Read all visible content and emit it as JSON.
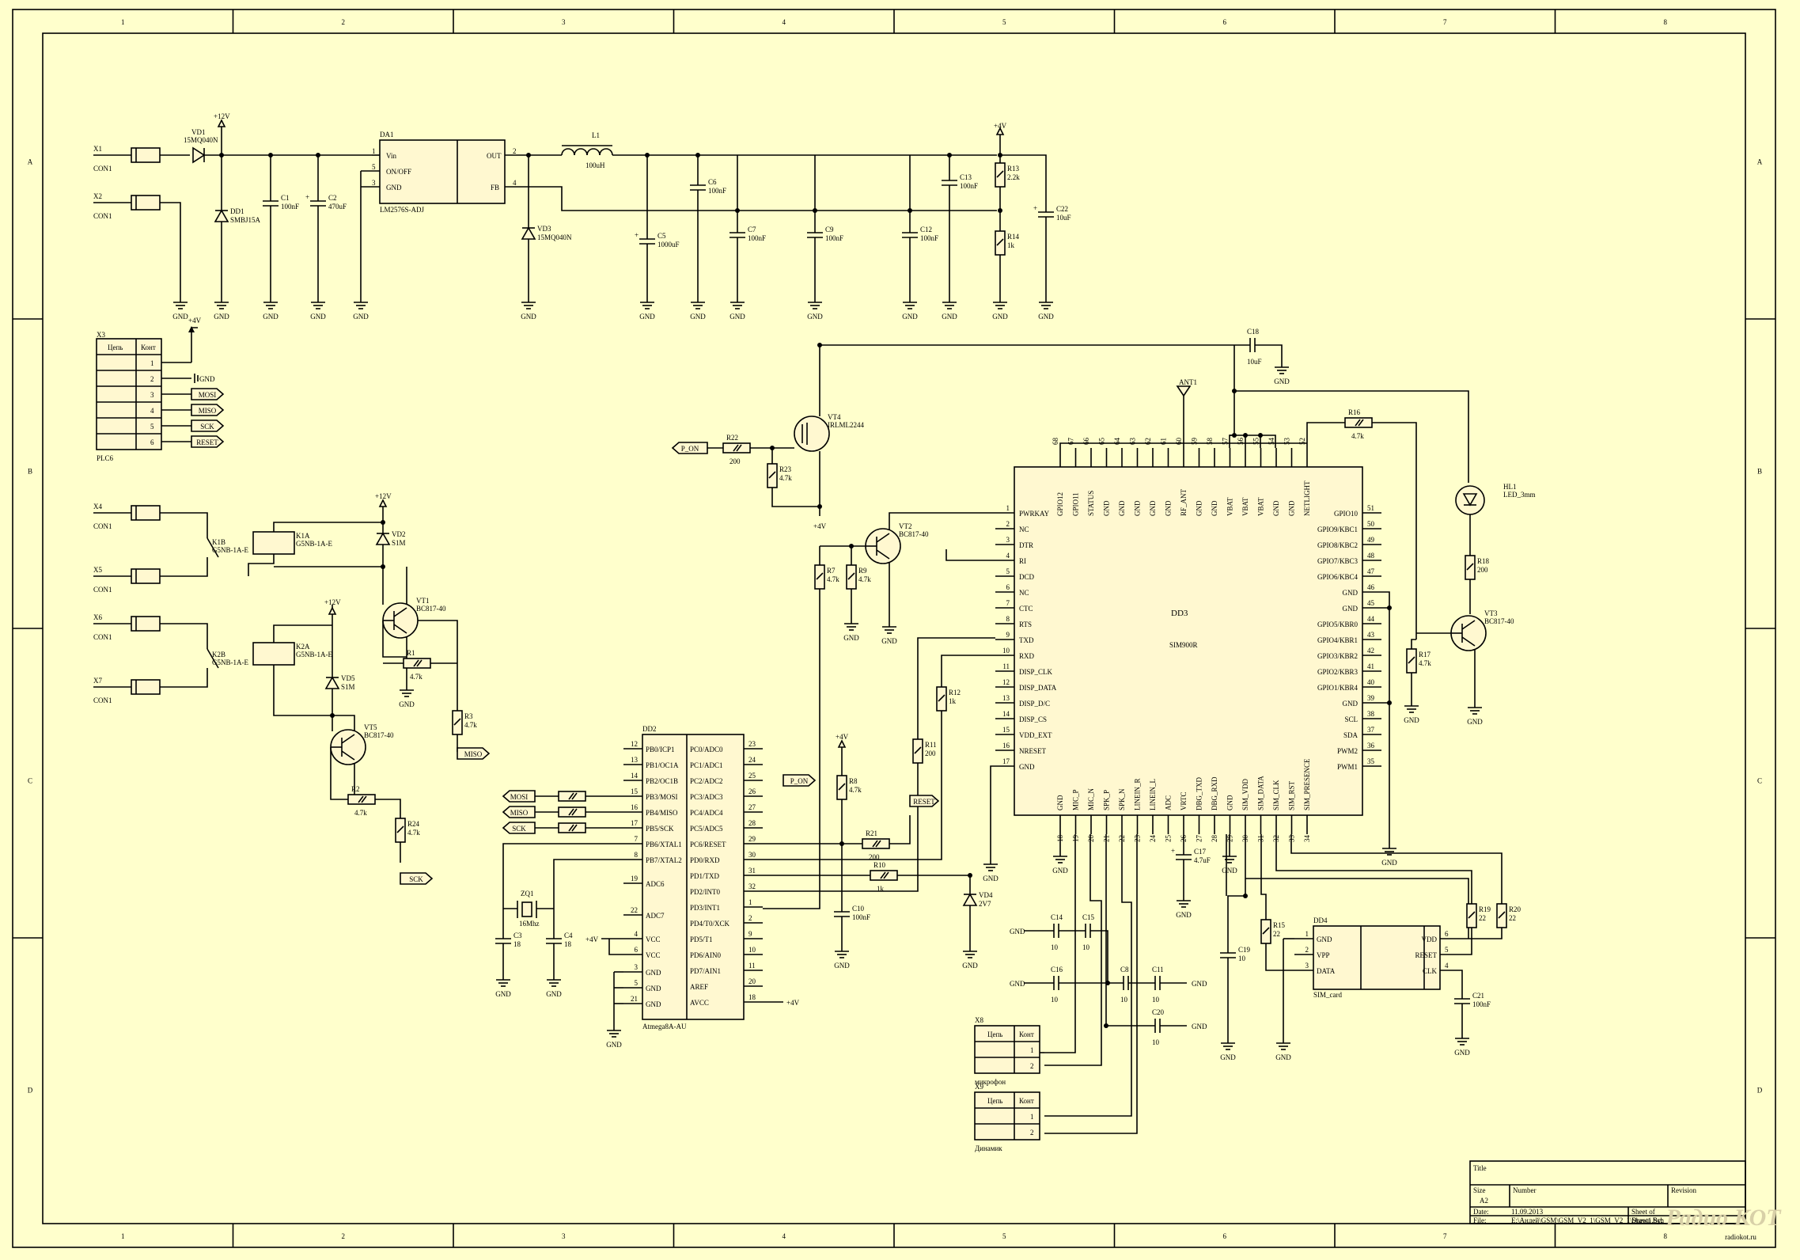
{
  "sheet": {
    "columns": [
      "1",
      "2",
      "3",
      "4",
      "5",
      "6",
      "7",
      "8"
    ],
    "rows": [
      "A",
      "B",
      "C",
      "D"
    ]
  },
  "power_section": {
    "connectors": [
      {
        "ref": "X1",
        "type": "CON1"
      },
      {
        "ref": "X2",
        "type": "CON1"
      }
    ],
    "vd1": {
      "ref": "VD1",
      "part": "15MQ040N"
    },
    "dd1": {
      "ref": "DD1",
      "part": "SMBJ15A"
    },
    "supply_label": "+12V",
    "c1": {
      "ref": "C1",
      "value": "100nF"
    },
    "c2": {
      "ref": "C2",
      "value": "470uF"
    },
    "da1": {
      "ref": "DA1",
      "part": "LM2576S-ADJ",
      "pins": [
        "Vin",
        "ON/OFF",
        "GND",
        "OUT",
        "FB"
      ],
      "pin_numbers": [
        "1",
        "5",
        "3",
        "2",
        "4"
      ]
    },
    "l1": {
      "ref": "L1",
      "value": "100uH"
    },
    "vd3": {
      "ref": "VD3",
      "part": "15MQ040N"
    },
    "c5": {
      "ref": "C5",
      "value": "1000uF"
    },
    "c6": {
      "ref": "C6",
      "value": "100nF"
    },
    "c7": {
      "ref": "C7",
      "value": "100nF"
    },
    "c9": {
      "ref": "C9",
      "value": "100nF"
    },
    "c12": {
      "ref": "C12",
      "value": "100nF"
    },
    "c13": {
      "ref": "C13",
      "value": "100nF"
    },
    "r13": {
      "ref": "R13",
      "value": "2.2k"
    },
    "r14": {
      "ref": "R14",
      "value": "1k"
    },
    "c22": {
      "ref": "C22",
      "value": "10uF"
    },
    "plus4v": "+4V",
    "gnd": "GND"
  },
  "x3": {
    "ref": "X3",
    "header": [
      "Цепь",
      "Конт"
    ],
    "pins": [
      "1",
      "2",
      "3",
      "4",
      "5",
      "6"
    ],
    "nets": [
      "+4V",
      "GND",
      "MOSI",
      "MISO",
      "SCK",
      "RESET"
    ],
    "part": "PLC6"
  },
  "relay_section": {
    "x4": {
      "ref": "X4",
      "type": "CON1"
    },
    "x5": {
      "ref": "X5",
      "type": "CON1"
    },
    "x6": {
      "ref": "X6",
      "type": "CON1"
    },
    "x7": {
      "ref": "X7",
      "type": "CON1"
    },
    "k1b": {
      "ref": "K1B",
      "part": "G5NB-1A-E"
    },
    "k1a": {
      "ref": "K1A",
      "part": "G5NB-1A-E"
    },
    "k2b": {
      "ref": "K2B",
      "part": "G5NB-1A-E"
    },
    "k2a": {
      "ref": "K2A",
      "part": "G5NB-1A-E"
    },
    "vd2": {
      "ref": "VD2",
      "part": "S1M"
    },
    "vd5": {
      "ref": "VD5",
      "part": "S1M"
    },
    "vt1": {
      "ref": "VT1",
      "part": "BC817-40"
    },
    "vt5": {
      "ref": "VT5",
      "part": "BC817-40"
    },
    "r1": {
      "ref": "R1",
      "value": "4.7k"
    },
    "r2": {
      "ref": "R2",
      "value": "4.7k"
    },
    "r3": {
      "ref": "R3",
      "value": "4.7k"
    },
    "r24": {
      "ref": "R24",
      "value": "4.7k"
    },
    "net_miso": "MISO",
    "net_sck": "SCK",
    "plus12": "+12V"
  },
  "dd2": {
    "ref": "DD2",
    "part": "Atmega8A-AU",
    "left_pins": [
      {
        "num": "12",
        "name": "PB0/ICP1"
      },
      {
        "num": "13",
        "name": "PB1/OC1A"
      },
      {
        "num": "14",
        "name": "PB2/OC1B"
      },
      {
        "num": "15",
        "name": "PB3/MOSI"
      },
      {
        "num": "16",
        "name": "PB4/MISO"
      },
      {
        "num": "17",
        "name": "PB5/SCK"
      },
      {
        "num": "7",
        "name": "PB6/XTAL1"
      },
      {
        "num": "8",
        "name": "PB7/XTAL2"
      },
      {
        "num": "19",
        "name": "ADC6"
      },
      {
        "num": "22",
        "name": "ADC7"
      },
      {
        "num": "4",
        "name": "VCC"
      },
      {
        "num": "6",
        "name": "VCC"
      },
      {
        "num": "3",
        "name": "GND"
      },
      {
        "num": "5",
        "name": "GND"
      },
      {
        "num": "21",
        "name": "GND"
      }
    ],
    "right_pins": [
      {
        "num": "23",
        "name": "PC0/ADC0"
      },
      {
        "num": "24",
        "name": "PC1/ADC1"
      },
      {
        "num": "25",
        "name": "PC2/ADC2"
      },
      {
        "num": "26",
        "name": "PC3/ADC3"
      },
      {
        "num": "27",
        "name": "PC4/ADC4"
      },
      {
        "num": "28",
        "name": "PC5/ADC5"
      },
      {
        "num": "29",
        "name": "PC6/RESET"
      },
      {
        "num": "30",
        "name": "PD0/RXD"
      },
      {
        "num": "31",
        "name": "PD1/TXD"
      },
      {
        "num": "32",
        "name": "PD2/INT0"
      },
      {
        "num": "1",
        "name": "PD3/INT1"
      },
      {
        "num": "2",
        "name": "PD4/T0/XCK"
      },
      {
        "num": "9",
        "name": "PD5/T1"
      },
      {
        "num": "10",
        "name": "PD6/AIN0"
      },
      {
        "num": "11",
        "name": "PD7/AIN1"
      },
      {
        "num": "20",
        "name": "AREF"
      },
      {
        "num": "18",
        "name": "AVCC"
      }
    ],
    "nets": [
      "MOSI",
      "MISO",
      "SCK",
      "P_ON",
      "RESET"
    ],
    "zq1": {
      "ref": "ZQ1",
      "value": "16Mhz"
    },
    "c3": {
      "ref": "C3",
      "value": "18"
    },
    "c4": {
      "ref": "C4",
      "value": "18"
    },
    "c10": {
      "ref": "C10",
      "value": "100nF"
    },
    "r8": {
      "ref": "R8",
      "value": "4.7k"
    },
    "r21": {
      "ref": "R21",
      "value": "200"
    },
    "r10": {
      "ref": "R10",
      "value": "1k"
    },
    "vd4": {
      "ref": "VD4",
      "part": "2V7"
    },
    "vcc_label": "+4V"
  },
  "gsm": {
    "ref": "DD3",
    "part": "SIM900R",
    "left_pins": [
      {
        "num": "1",
        "name": "PWRKAY"
      },
      {
        "num": "2",
        "name": "NC"
      },
      {
        "num": "3",
        "name": "DTR"
      },
      {
        "num": "4",
        "name": "RI"
      },
      {
        "num": "5",
        "name": "DCD"
      },
      {
        "num": "6",
        "name": "NC"
      },
      {
        "num": "7",
        "name": "CTC"
      },
      {
        "num": "8",
        "name": "RTS"
      },
      {
        "num": "9",
        "name": "TXD"
      },
      {
        "num": "10",
        "name": "RXD"
      },
      {
        "num": "11",
        "name": "DISP_CLK"
      },
      {
        "num": "12",
        "name": "DISP_DATA"
      },
      {
        "num": "13",
        "name": "DISP_D/C"
      },
      {
        "num": "14",
        "name": "DISP_CS"
      },
      {
        "num": "15",
        "name": "VDD_EXT"
      },
      {
        "num": "16",
        "name": "NRESET"
      },
      {
        "num": "17",
        "name": "GND"
      }
    ],
    "right_pins": [
      {
        "num": "51",
        "name": "GPIO10"
      },
      {
        "num": "50",
        "name": "GPIO9/KBC1"
      },
      {
        "num": "49",
        "name": "GPIO8/KBC2"
      },
      {
        "num": "48",
        "name": "GPIO7/KBC3"
      },
      {
        "num": "47",
        "name": "GPIO6/KBC4"
      },
      {
        "num": "46",
        "name": "GND"
      },
      {
        "num": "45",
        "name": "GND"
      },
      {
        "num": "44",
        "name": "GPIO5/KBR0"
      },
      {
        "num": "43",
        "name": "GPIO4/KBR1"
      },
      {
        "num": "42",
        "name": "GPIO3/KBR2"
      },
      {
        "num": "41",
        "name": "GPIO2/KBR3"
      },
      {
        "num": "40",
        "name": "GPIO1/KBR4"
      },
      {
        "num": "39",
        "name": "GND"
      },
      {
        "num": "38",
        "name": "SCL"
      },
      {
        "num": "37",
        "name": "SDA"
      },
      {
        "num": "36",
        "name": "PWM2"
      },
      {
        "num": "35",
        "name": "PWM1"
      }
    ],
    "top_pins": [
      {
        "num": "68",
        "name": "GPIO12"
      },
      {
        "num": "67",
        "name": "GPIO11"
      },
      {
        "num": "66",
        "name": "STATUS"
      },
      {
        "num": "65",
        "name": "GND"
      },
      {
        "num": "64",
        "name": "GND"
      },
      {
        "num": "63",
        "name": "GND"
      },
      {
        "num": "62",
        "name": "GND"
      },
      {
        "num": "61",
        "name": "GND"
      },
      {
        "num": "60",
        "name": "RF_ANT"
      },
      {
        "num": "59",
        "name": "GND"
      },
      {
        "num": "58",
        "name": "GND"
      },
      {
        "num": "57",
        "name": "VBAT"
      },
      {
        "num": "56",
        "name": "VBAT"
      },
      {
        "num": "55",
        "name": "VBAT"
      },
      {
        "num": "54",
        "name": "GND"
      },
      {
        "num": "53",
        "name": "GND"
      },
      {
        "num": "52",
        "name": "NETLIGHT"
      }
    ],
    "bottom_pins": [
      {
        "num": "18",
        "name": "GND"
      },
      {
        "num": "19",
        "name": "MIC_P"
      },
      {
        "num": "20",
        "name": "MIC_N"
      },
      {
        "num": "21",
        "name": "SPK_P"
      },
      {
        "num": "22",
        "name": "SPK_N"
      },
      {
        "num": "23",
        "name": "LINEIN_R"
      },
      {
        "num": "24",
        "name": "LINEIN_L"
      },
      {
        "num": "25",
        "name": "ADC"
      },
      {
        "num": "26",
        "name": "VRTC"
      },
      {
        "num": "27",
        "name": "DBG_TXD"
      },
      {
        "num": "28",
        "name": "DBG_RXD"
      },
      {
        "num": "29",
        "name": "GND"
      },
      {
        "num": "30",
        "name": "SIM_VDD"
      },
      {
        "num": "31",
        "name": "SIM_DATA"
      },
      {
        "num": "32",
        "name": "SIM_CLK"
      },
      {
        "num": "33",
        "name": "SIM_RST"
      },
      {
        "num": "34",
        "name": "SIM_PRESENCE"
      }
    ],
    "ant": "ANT1",
    "c18": {
      "ref": "C18",
      "value": "10uF"
    },
    "vt4": {
      "ref": "VT4",
      "part": "IRLML2244"
    },
    "r22": {
      "ref": "R22",
      "value": "200"
    },
    "r23": {
      "ref": "R23",
      "value": "4.7k"
    },
    "vt2": {
      "ref": "VT2",
      "part": "BC817-40"
    },
    "r7": {
      "ref": "R7",
      "value": "4.7k"
    },
    "r9": {
      "ref": "R9",
      "value": "4.7k"
    },
    "r11": {
      "ref": "R11",
      "value": "200"
    },
    "r12": {
      "ref": "R12",
      "value": "1k"
    },
    "r16": {
      "ref": "R16",
      "value": "4.7k"
    },
    "r17": {
      "ref": "R17",
      "value": "4.7k"
    },
    "r18": {
      "ref": "R18",
      "value": "200"
    },
    "vt3": {
      "ref": "VT3",
      "part": "BC817-40"
    },
    "hl1": {
      "ref": "HL1",
      "part": "LED_3mm"
    },
    "c17": {
      "ref": "C17",
      "value": "4.7uF"
    },
    "net_pon": "P_ON"
  },
  "audio": {
    "c14": {
      "ref": "C14",
      "value": "10"
    },
    "c15": {
      "ref": "C15",
      "value": "10"
    },
    "c16": {
      "ref": "C16",
      "value": "10"
    },
    "c8": {
      "ref": "C8",
      "value": "10"
    },
    "c11": {
      "ref": "C11",
      "value": "10"
    },
    "c20": {
      "ref": "C20",
      "value": "10"
    },
    "x8": {
      "ref": "X8",
      "header": [
        "Цепь",
        "Конт"
      ],
      "pins": [
        "1",
        "2"
      ],
      "caption": "микрофон"
    },
    "x9": {
      "ref": "X9",
      "header": [
        "Цепь",
        "Конт"
      ],
      "pins": [
        "1",
        "2"
      ],
      "caption": "Динамик"
    }
  },
  "sim": {
    "ref": "DD4",
    "part": "SIM_card",
    "left": [
      {
        "num": "1",
        "name": "GND"
      },
      {
        "num": "2",
        "name": "VPP"
      },
      {
        "num": "3",
        "name": "DATA"
      }
    ],
    "right": [
      {
        "num": "6",
        "name": "VDD"
      },
      {
        "num": "5",
        "name": "RESET"
      },
      {
        "num": "4",
        "name": "CLK"
      }
    ],
    "c19": {
      "ref": "C19",
      "value": "10"
    },
    "r15": {
      "ref": "R15",
      "value": "22"
    },
    "r19": {
      "ref": "R19",
      "value": "22"
    },
    "r20": {
      "ref": "R20",
      "value": "22"
    },
    "c21": {
      "ref": "C21",
      "value": "100nF"
    }
  },
  "title_block": {
    "title": "Title",
    "size_label": "Size",
    "size": "A2",
    "number_label": "Number",
    "revision_label": "Revision",
    "date_label": "Date:",
    "date": "11.09.2013",
    "file_label": "File:",
    "file": "E:\\Андей\\GSM\\GSM_V2_1\\GSM_V2_1\\Sheet1.Sch",
    "sheet_label": "Sheet    of",
    "drawn_label": "Drawn By:"
  },
  "watermark": {
    "main": "Радио КОТ",
    "sub": "radiokot.ru"
  }
}
